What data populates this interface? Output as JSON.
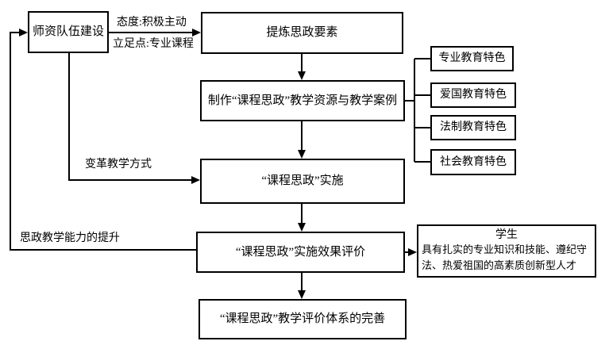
{
  "nodes": {
    "teacher": "师资队伍建设",
    "extract": "提炼思政要素",
    "produce": "制作“课程思政”教学资源与教学案例",
    "implement": "“课程思政”实施",
    "evaluate": "“课程思政”实施效果评价",
    "perfect": "“课程思政”教学评价体系的完善",
    "student_title": "学生",
    "student_body": "具有扎实的专业知识和技能、遵纪守法、热爱祖国的高素质创新型人才",
    "features": [
      "专业教育特色",
      "爱国教育特色",
      "法制教育特色",
      "社会教育特色"
    ]
  },
  "edge_labels": {
    "attitude": "态度:积极主动",
    "standpoint": "立足点:专业课程",
    "reform": "变革教学方式",
    "ability": "思政教学能力的提升"
  },
  "colors": {
    "line": "#000000",
    "box_border": "#000000",
    "box_fill": "#ffffff",
    "background": "#ffffff",
    "text": "#000000"
  }
}
